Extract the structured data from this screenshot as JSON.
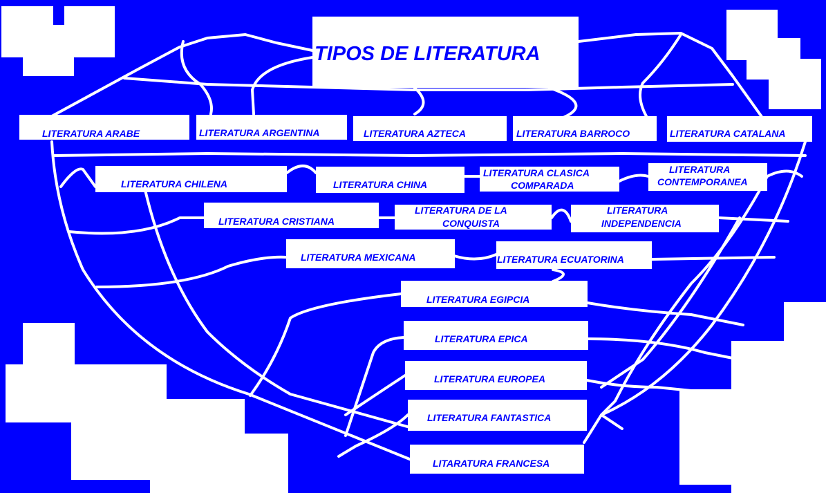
{
  "title": "TIPOS DE LITERATURA",
  "colors": {
    "background": "#0000ff",
    "boxes": "#ffffff",
    "text": "#0000ff",
    "lines": "#ffffff"
  },
  "boxes": {
    "arabe": "LITERATURA ARABE",
    "argentina": "LITERATURA ARGENTINA",
    "azteca": "LITERATURA AZTECA",
    "barroco": "LITERATURA BARROCO",
    "catalana": "LITERATURA CATALANA",
    "chilena": "LITERATURA CHILENA",
    "china": "LITERATURA CHINA",
    "clasica_1": "LITERATURA CLASICA",
    "clasica_2": "COMPARADA",
    "contemporanea_1": "LITERATURA",
    "contemporanea_2": "CONTEMPORANEA",
    "cristiana": "LITERATURA CRISTIANA",
    "conquista_1": "LITERATURA DE LA",
    "conquista_2": "CONQUISTA",
    "independencia_1": "LITERATURA",
    "independencia_2": "INDEPENDENCIA",
    "mexicana": "LITERATURA MEXICANA",
    "ecuatorina": "LITERATURA ECUATORINA",
    "egipcia": "LITERATURA EGIPCIA",
    "epica": "LITERATURA EPICA",
    "europea": "LITERATURA EUROPEA",
    "fantastica": "LITERATURA FANTASTICA",
    "francesa": "LITARATURA FRANCESA"
  }
}
